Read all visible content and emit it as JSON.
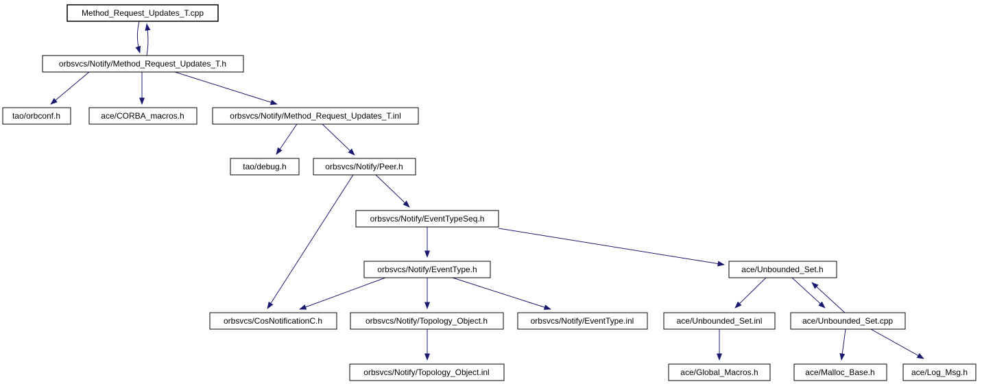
{
  "diagram": {
    "kind": "include-dependency-graph",
    "root": "Method_Request_Updates_T.cpp"
  },
  "colors": {
    "edge": "#191970",
    "arrowhead": "#191970",
    "root_fill": "#c0c0c0",
    "node_fill": "#ffffff",
    "node_border": "#000000",
    "undocumented_border": "#c0c0c0"
  },
  "nodes": [
    {
      "id": "mru-cpp",
      "label": "Method_Request_Updates_T.cpp"
    },
    {
      "id": "mru-h",
      "label": "orbsvcs/Notify/Method_Request_Updates_T.h"
    },
    {
      "id": "orbconf",
      "label": "tao/orbconf.h"
    },
    {
      "id": "corba",
      "label": "ace/CORBA_macros.h"
    },
    {
      "id": "mru-inl",
      "label": "orbsvcs/Notify/Method_Request_Updates_T.inl"
    },
    {
      "id": "debug",
      "label": "tao/debug.h"
    },
    {
      "id": "peer",
      "label": "orbsvcs/Notify/Peer.h"
    },
    {
      "id": "evtseq",
      "label": "orbsvcs/Notify/EventTypeSeq.h"
    },
    {
      "id": "evt",
      "label": "orbsvcs/Notify/EventType.h"
    },
    {
      "id": "cosnotif",
      "label": "orbsvcs/CosNotificationC.h"
    },
    {
      "id": "topo",
      "label": "orbsvcs/Notify/Topology_Object.h"
    },
    {
      "id": "evt-inl",
      "label": "orbsvcs/Notify/EventType.inl"
    },
    {
      "id": "ubset-h",
      "label": "ace/Unbounded_Set.h"
    },
    {
      "id": "ubset-inl",
      "label": "ace/Unbounded_Set.inl"
    },
    {
      "id": "ubset-cpp",
      "label": "ace/Unbounded_Set.cpp"
    },
    {
      "id": "topo-inl",
      "label": "orbsvcs/Notify/Topology_Object.inl"
    },
    {
      "id": "globmac",
      "label": "ace/Global_Macros.h"
    },
    {
      "id": "malloc",
      "label": "ace/Malloc_Base.h"
    },
    {
      "id": "logmsg",
      "label": "ace/Log_Msg.h"
    }
  ],
  "edges": [
    {
      "from": "Method_Request_Updates_T.cpp",
      "to": "orbsvcs/Notify/Method_Request_Updates_T.h"
    },
    {
      "from": "orbsvcs/Notify/Method_Request_Updates_T.h",
      "to": "Method_Request_Updates_T.cpp"
    },
    {
      "from": "orbsvcs/Notify/Method_Request_Updates_T.h",
      "to": "tao/orbconf.h"
    },
    {
      "from": "orbsvcs/Notify/Method_Request_Updates_T.h",
      "to": "ace/CORBA_macros.h"
    },
    {
      "from": "orbsvcs/Notify/Method_Request_Updates_T.h",
      "to": "orbsvcs/Notify/Method_Request_Updates_T.inl"
    },
    {
      "from": "orbsvcs/Notify/Method_Request_Updates_T.inl",
      "to": "tao/debug.h"
    },
    {
      "from": "orbsvcs/Notify/Method_Request_Updates_T.inl",
      "to": "orbsvcs/Notify/Peer.h"
    },
    {
      "from": "orbsvcs/Notify/Peer.h",
      "to": "orbsvcs/CosNotificationC.h"
    },
    {
      "from": "orbsvcs/Notify/Peer.h",
      "to": "orbsvcs/Notify/EventTypeSeq.h"
    },
    {
      "from": "orbsvcs/Notify/EventTypeSeq.h",
      "to": "orbsvcs/Notify/EventType.h"
    },
    {
      "from": "orbsvcs/Notify/EventTypeSeq.h",
      "to": "ace/Unbounded_Set.h"
    },
    {
      "from": "orbsvcs/Notify/EventType.h",
      "to": "orbsvcs/CosNotificationC.h"
    },
    {
      "from": "orbsvcs/Notify/EventType.h",
      "to": "orbsvcs/Notify/Topology_Object.h"
    },
    {
      "from": "orbsvcs/Notify/EventType.h",
      "to": "orbsvcs/Notify/EventType.inl"
    },
    {
      "from": "orbsvcs/Notify/Topology_Object.h",
      "to": "orbsvcs/Notify/Topology_Object.inl"
    },
    {
      "from": "ace/Unbounded_Set.h",
      "to": "ace/Unbounded_Set.inl"
    },
    {
      "from": "ace/Unbounded_Set.h",
      "to": "ace/Unbounded_Set.cpp"
    },
    {
      "from": "ace/Unbounded_Set.cpp",
      "to": "ace/Unbounded_Set.h"
    },
    {
      "from": "ace/Unbounded_Set.inl",
      "to": "ace/Global_Macros.h"
    },
    {
      "from": "ace/Unbounded_Set.cpp",
      "to": "ace/Malloc_Base.h"
    },
    {
      "from": "ace/Unbounded_Set.cpp",
      "to": "ace/Log_Msg.h"
    }
  ]
}
